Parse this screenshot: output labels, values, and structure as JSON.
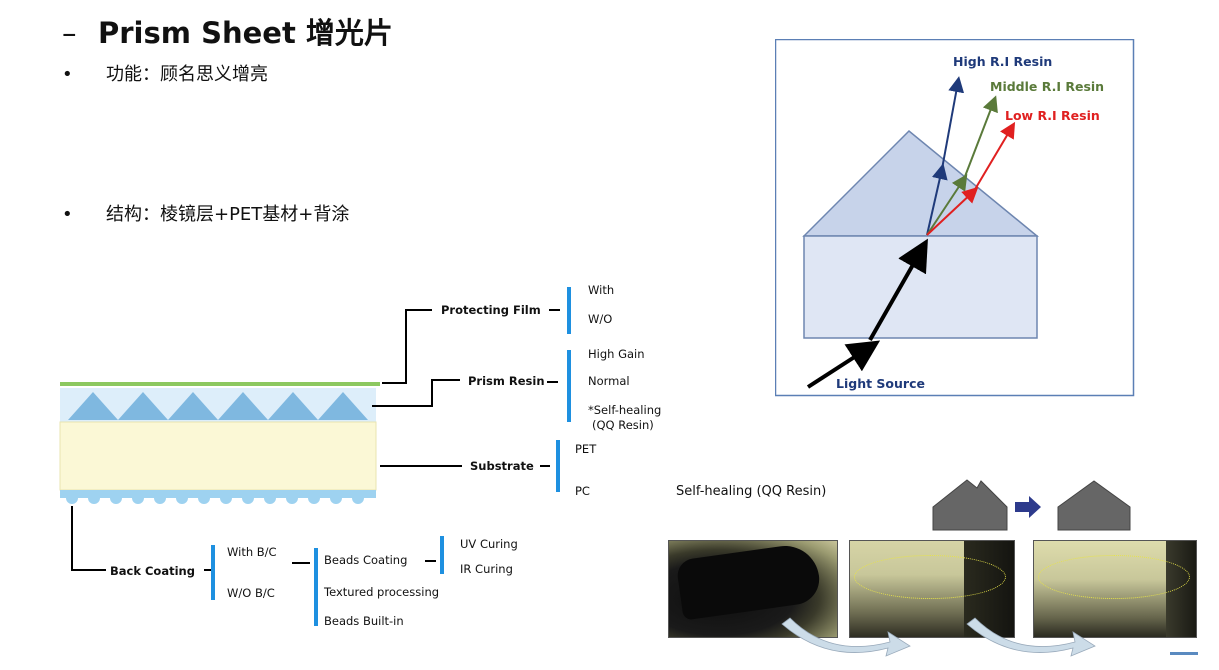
{
  "title": "Prism Sheet 增光片",
  "title_dash": "–",
  "bullets": [
    {
      "marker": "•",
      "text": "功能：顾名思义增亮"
    },
    {
      "marker": "•",
      "text": "结构：棱镜层+PET基材+背涂"
    }
  ],
  "tree": {
    "protecting_film": {
      "label": "Protecting Film",
      "options": [
        "With",
        "W/O"
      ]
    },
    "prism_resin": {
      "label": "Prism Resin",
      "options": [
        "High Gain",
        "Normal",
        "*Self-healing",
        "(QQ Resin)"
      ]
    },
    "substrate": {
      "label": "Substrate",
      "options": [
        "PET",
        "PC"
      ]
    },
    "back_coating": {
      "label": "Back Coating",
      "options": [
        "With B/C",
        "W/O B/C"
      ],
      "with_bc_options": [
        "Beads Coating",
        "Textured processing",
        "Beads Built-in"
      ],
      "beads_coating_options": [
        "UV Curing",
        "IR Curing"
      ]
    }
  },
  "refraction": {
    "high": "High R.I Resin",
    "middle": "Middle R.I Resin",
    "low": "Low R.I Resin",
    "source": "Light Source",
    "colors": {
      "high": "#1f3a7a",
      "middle": "#5a7a3a",
      "low": "#e02020",
      "prism_fill": "#c7d3ea",
      "box_border": "#5b7fb5"
    }
  },
  "self_healing": {
    "label": "Self-healing (QQ Resin)"
  }
}
